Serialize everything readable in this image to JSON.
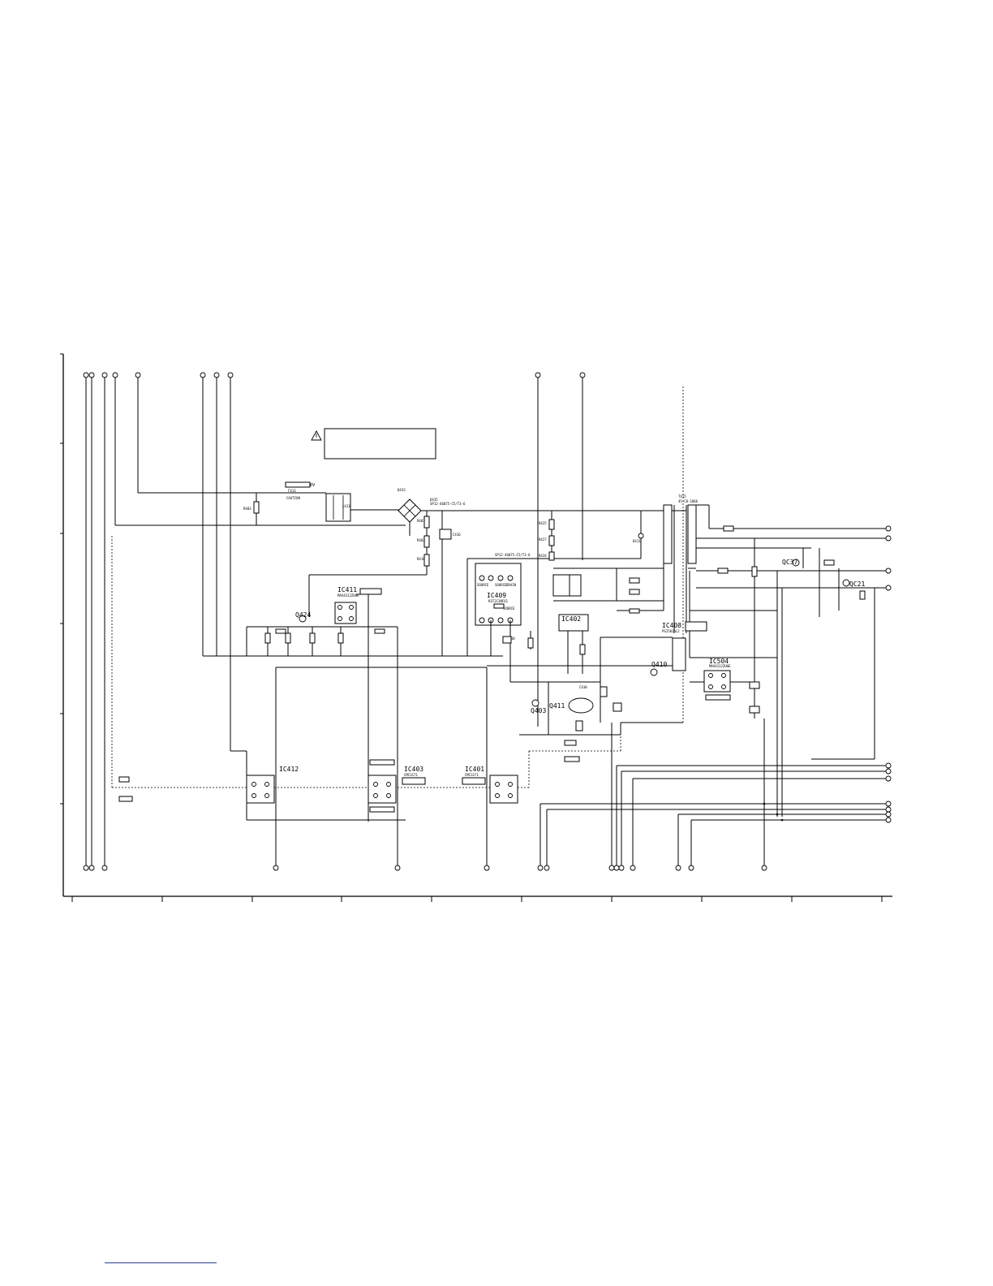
{
  "ic_labels": {
    "ic411": "IC411",
    "ic409": "IC409",
    "ic402": "IC402",
    "ic408": "IC408",
    "ic504": "IC504",
    "ic412": "IC412",
    "ic403": "IC403",
    "ic401": "IC401"
  },
  "transistor_labels": {
    "q424": "Q424",
    "q410": "Q410",
    "q403": "Q403",
    "q411": "Q411",
    "qc37": "QC37",
    "qc21": "QC21"
  },
  "part_labels": {
    "fuse_rating": "T330mAL 250V",
    "fuse_ref": "F413",
    "fuse_caution": "CAUTION",
    "d435": "D435",
    "d435_part": "SP12-46075-C5/T3-6",
    "d433": "D433",
    "t415": "T415",
    "t415_part": "45-C8-1066",
    "ic409_part": "KIF2C3NF61",
    "ic408_part": "PS2501AL2",
    "ic411_part": "MAX4312ZUHE",
    "ic504_part": "MAX4312ZUHE",
    "ic403_part": "CMC3171",
    "ic401_part": "CMC3171",
    "source_1": "SOURCE",
    "source_2": "SOURCE",
    "source_3": "SOURCE",
    "drain": "DRAIN",
    "c416": "C416",
    "c418": "C418",
    "c430": "C430",
    "r401": "R401",
    "r402": "R402",
    "r403": "R403",
    "r410": "R410",
    "r425": "R425",
    "r427": "R427",
    "r434": "R434",
    "d411": "D411",
    "l413": "L413"
  }
}
